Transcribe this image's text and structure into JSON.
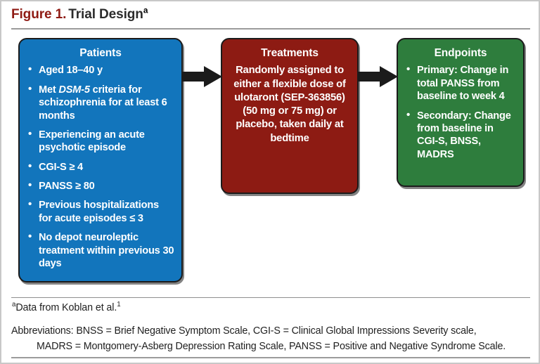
{
  "figure": {
    "title_number": "Figure 1.",
    "title_label": "Trial Design",
    "title_superscript": "a",
    "colors": {
      "title_number": "#8f1b14",
      "title_label": "#2b2b2b",
      "patients_box": "#1275bc",
      "treatments_box": "#8d1b13",
      "endpoints_box": "#2e7d3d",
      "arrow": "#1b1b1b",
      "frame": "#c8c8c8",
      "rule": "#9b9b9b"
    }
  },
  "flow": {
    "boxes": [
      {
        "id": "patients",
        "title": "Patients",
        "type": "list",
        "items": [
          {
            "pre": "Aged 18–40 y",
            "italic": "",
            "post": ""
          },
          {
            "pre": "Met ",
            "italic": "DSM-5",
            "post": " criteria for schizophrenia for at least 6 months"
          },
          {
            "pre": "Experiencing an acute psychotic episode",
            "italic": "",
            "post": ""
          },
          {
            "pre": "CGI-S ≥ 4",
            "italic": "",
            "post": ""
          },
          {
            "pre": "PANSS ≥ 80",
            "italic": "",
            "post": ""
          },
          {
            "pre": "Previous hospitalizations for acute episodes ≤ 3",
            "italic": "",
            "post": ""
          },
          {
            "pre": "No depot neuroleptic treatment within previous 30 days",
            "italic": "",
            "post": ""
          }
        ]
      },
      {
        "id": "treatments",
        "title": "Treatments",
        "type": "paragraph",
        "body": "Randomly assigned to either a flexible dose of ulotaront (SEP-363856) (50 mg or 75 mg) or placebo, taken daily at bedtime"
      },
      {
        "id": "endpoints",
        "title": "Endpoints",
        "type": "list",
        "items": [
          {
            "pre": "Primary: Change in total PANSS from baseline to week 4",
            "italic": "",
            "post": ""
          },
          {
            "pre": "Secondary: Change from baseline in CGI-S, BNSS, MADRS",
            "italic": "",
            "post": ""
          }
        ]
      }
    ],
    "arrows": [
      {
        "id": "arrow-patients-to-treatments",
        "direction": "right"
      },
      {
        "id": "arrow-treatments-to-endpoints",
        "direction": "right"
      }
    ]
  },
  "footnotes": {
    "marker": "a",
    "source_text": "Data from Koblan et al.",
    "source_reference": "1",
    "abbreviations_line1": "Abbreviations: BNSS = Brief Negative Symptom Scale, CGI-S = Clinical Global Impressions Severity scale,",
    "abbreviations_line2": "MADRS = Montgomery-Asberg Depression Rating Scale, PANSS = Positive and Negative Syndrome Scale."
  }
}
